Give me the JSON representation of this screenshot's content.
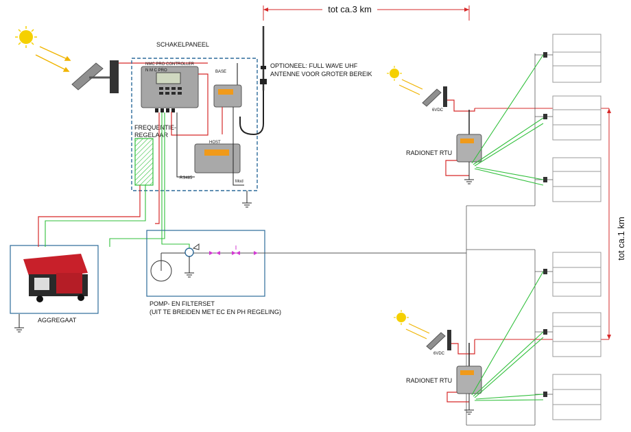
{
  "distances": {
    "horizontal": "tot ca.3 km",
    "vertical": "tot ca.1 km"
  },
  "control_panel": {
    "title": "SCHAKELPANEEL",
    "controller_label": "NMC PRO CONTROLLER",
    "controller_small": "N M C PRO",
    "base_label": "BASE",
    "host_label": "HOST",
    "rs485_label": "RS485",
    "mod_label": "Mod",
    "vfd_label_line1": "FREQUENTIE-",
    "vfd_label_line2": "REGELAAR"
  },
  "antenna": {
    "line1": "OPTIONEEL: FULL WAVE UHF",
    "line2": "ANTENNE VOOR GROTER BEREIK"
  },
  "generator": {
    "label": "AGGREGAAT"
  },
  "pump": {
    "line1": "POMP- EN FILTERSET",
    "line2": "(UIT TE BREIDEN MET EC  EN PH REGELING)"
  },
  "rtus": [
    {
      "label": "RADIONET RTU",
      "voltage": "6VDC"
    },
    {
      "label": "RADIONET RTU",
      "voltage": "6VDC"
    }
  ],
  "colors": {
    "power": "#d62828",
    "signal": "#2fbf3a",
    "panel_border": "#2b6a9a",
    "sun": "#f5d000",
    "sun_rays": "#f0b400"
  }
}
